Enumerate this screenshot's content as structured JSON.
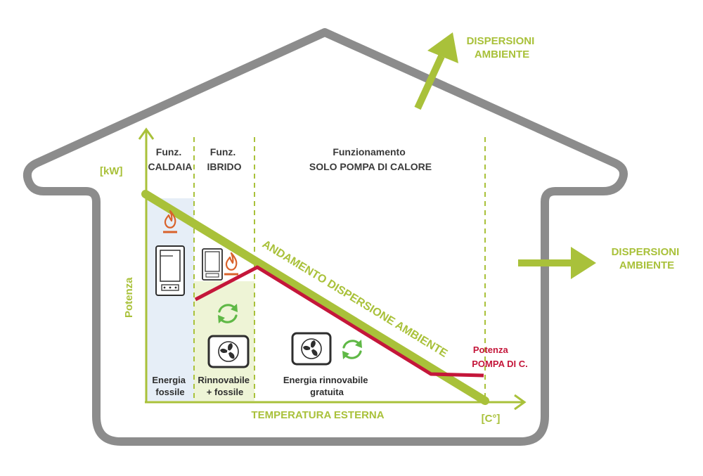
{
  "colors": {
    "house_outline": "#8c8c8c",
    "accent_green": "#a9c13a",
    "heat_pump_red": "#c4163a",
    "flame_orange": "#d9622b",
    "boiler_zone_fill": "#e6eef7",
    "hybrid_zone_fill": "#eef4d6",
    "text_dark": "#2e2e2e"
  },
  "axes": {
    "y_unit": "[kW]",
    "y_label": "Potenza",
    "x_label": "TEMPERATURA ESTERNA",
    "x_unit": "[C°]"
  },
  "zones": {
    "boiler": {
      "title_line1": "Funz.",
      "title_line2": "CALDAIA",
      "energy_line1": "Energia",
      "energy_line2": "fossile"
    },
    "hybrid": {
      "title_line1": "Funz.",
      "title_line2": "IBRIDO",
      "energy_line1": "Rinnovabile",
      "energy_line2": "+ fossile"
    },
    "heat_pump": {
      "title_line1": "Funzionamento",
      "title_line2": "SOLO POMPA DI CALORE",
      "energy_line1": "Energia rinnovabile",
      "energy_line2": "gratuita"
    }
  },
  "lines": {
    "dispersion_label": "ANDAMENTO DISPERSIONE AMBIENTE",
    "heat_pump_label_line1": "Potenza",
    "heat_pump_label_line2": "POMPA DI C."
  },
  "arrows": {
    "top_line1": "DISPERSIONI",
    "top_line2": "AMBIENTE",
    "right_line1": "DISPERSIONI",
    "right_line2": "AMBIENTE"
  },
  "icons": {
    "boiler": "boiler-icon",
    "flame": "flame-icon",
    "heat_pump": "heat-pump-fan-icon",
    "renewable": "recycle-arrows-icon"
  }
}
